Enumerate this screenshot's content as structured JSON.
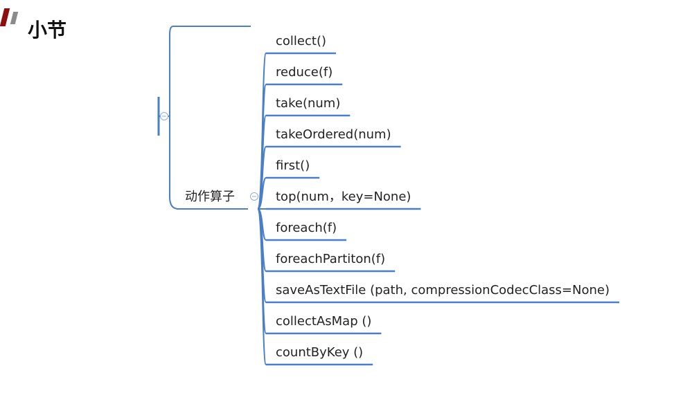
{
  "slide": {
    "title": "小节"
  },
  "colors": {
    "line": "#4A7EC7",
    "accent_dark": "#8B0F0F",
    "accent_gray": "#8C8C8C"
  },
  "icons": {
    "collapse": "minus-circle-icon"
  },
  "mindmap": {
    "node_label": "动作算子",
    "items": [
      "collect()",
      "reduce(f)",
      "take(num)",
      "takeOrdered(num)",
      "first()",
      "top(num，key=None)",
      "foreach(f)",
      "foreachPartiton(f)",
      "saveAsTextFile (path, compressionCodecClass=None)",
      "collectAsMap ()",
      "countByKey ()"
    ]
  }
}
